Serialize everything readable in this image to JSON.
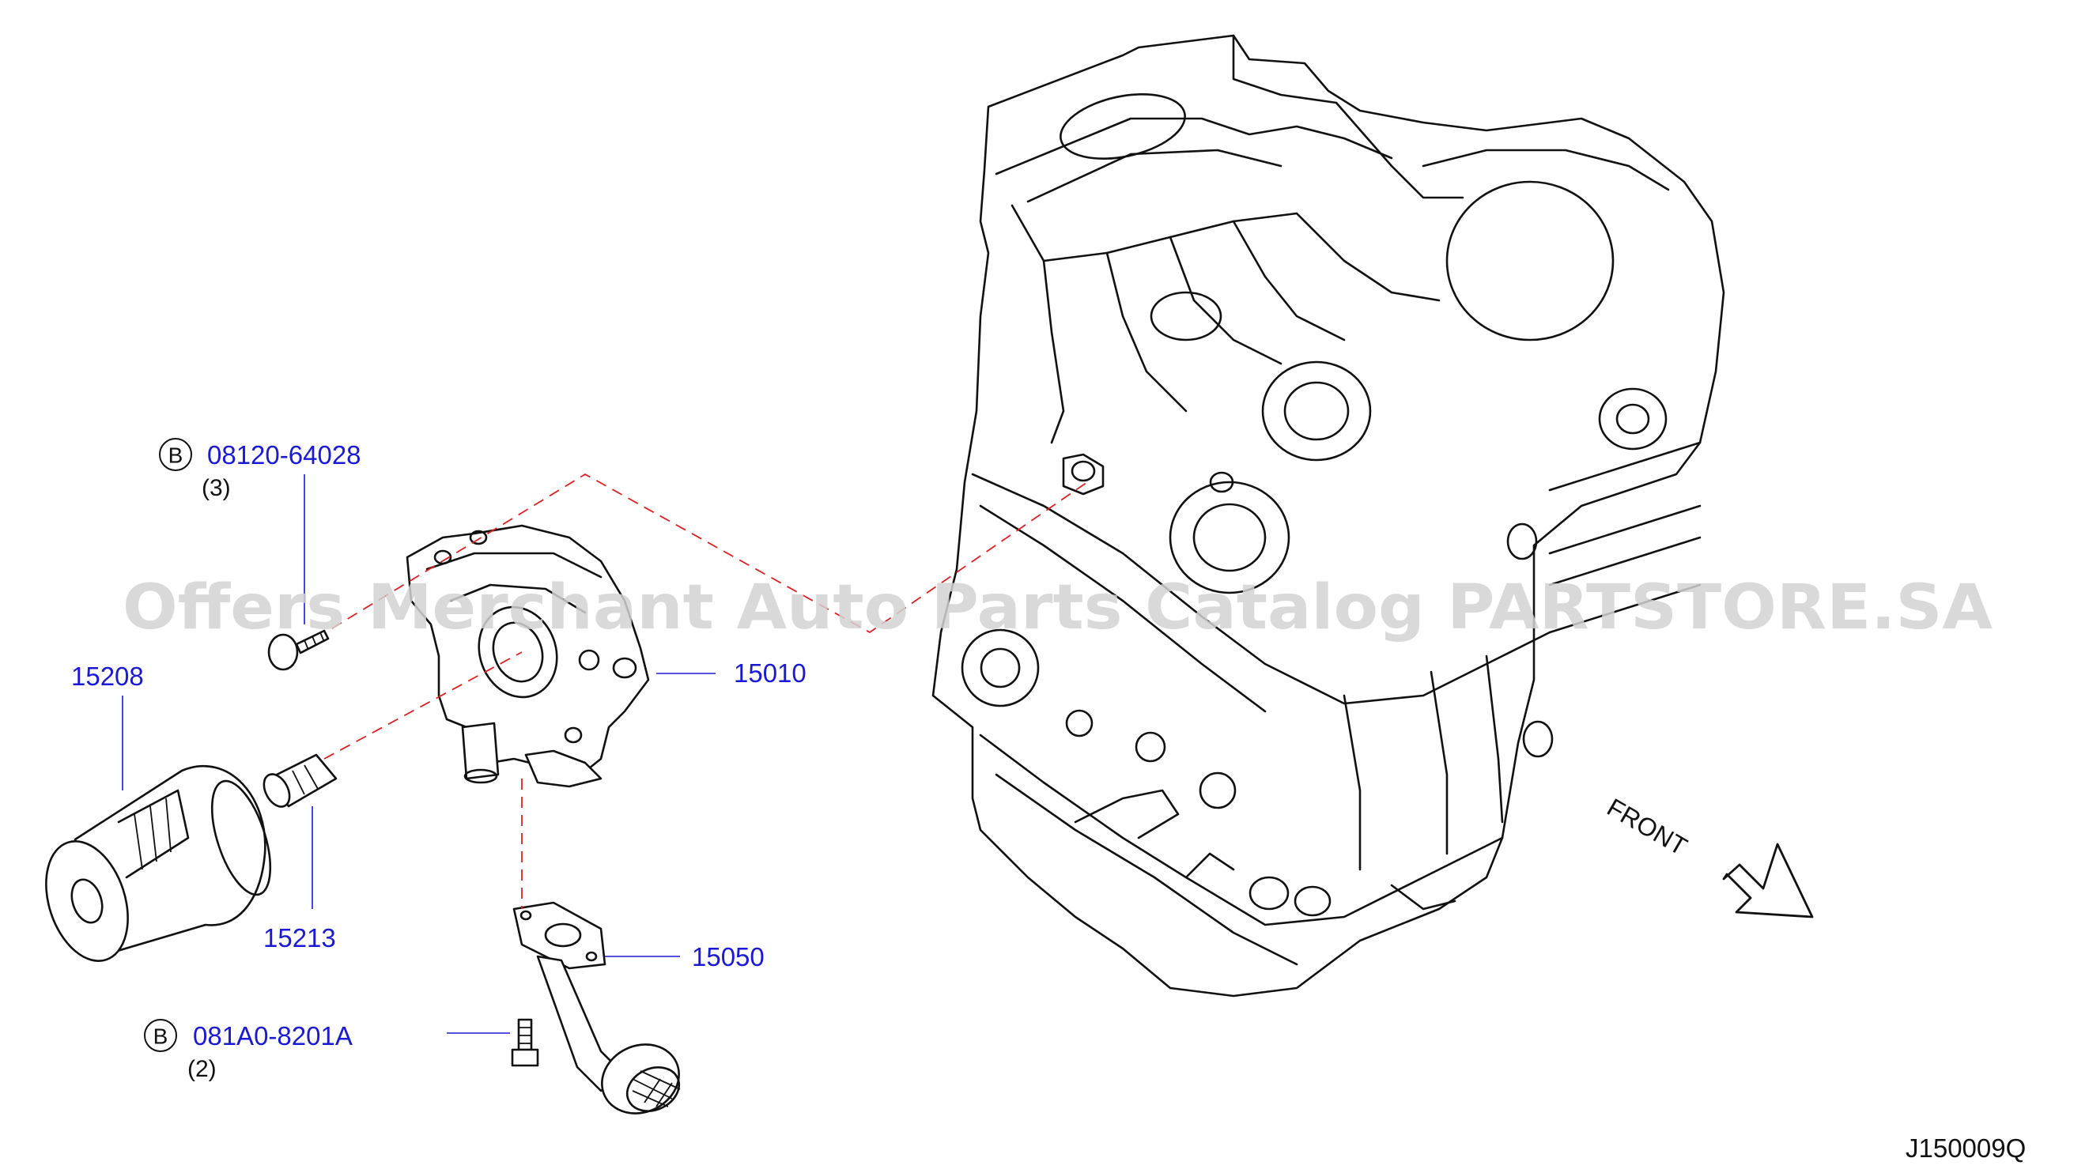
{
  "watermark": "Offers Merchant Auto Parts Catalog PARTSTORE.SA",
  "diagram_code": "J150009Q",
  "front_label": "FRONT",
  "callouts": {
    "bolt_upper": {
      "marker": "B",
      "part_number": "08120-64028",
      "quantity": "(3)"
    },
    "bolt_lower": {
      "marker": "B",
      "part_number": "081A0-8201A",
      "quantity": "(2)"
    },
    "oil_filter": {
      "part_number": "15208"
    },
    "filter_stud": {
      "part_number": "15213"
    },
    "oil_pump": {
      "part_number": "15010"
    },
    "strainer": {
      "part_number": "15050"
    }
  },
  "colors": {
    "part_number_text": "#1a1ad6",
    "line_art": "#111111",
    "guide_dashes": "#e02020",
    "watermark": "#d2d2d2"
  }
}
